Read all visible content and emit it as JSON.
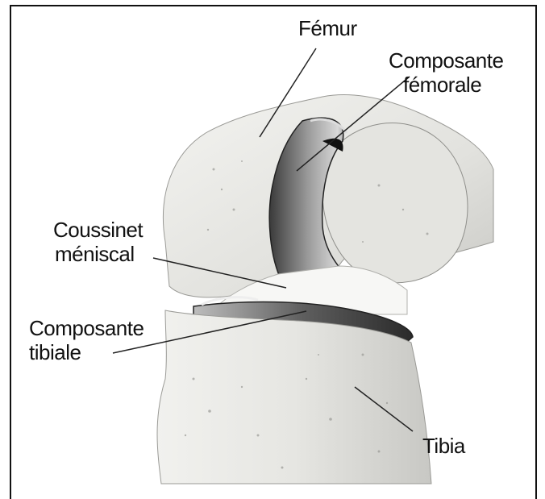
{
  "labels": {
    "femur": "Fémur",
    "femoral_component_1": "Composante",
    "femoral_component_2": "fémorale",
    "meniscal_pad_1": "Coussinet",
    "meniscal_pad_2": "méniscal",
    "tibial_component_1": "Composante",
    "tibial_component_2": "tibiale",
    "tibia": "Tibia"
  }
}
